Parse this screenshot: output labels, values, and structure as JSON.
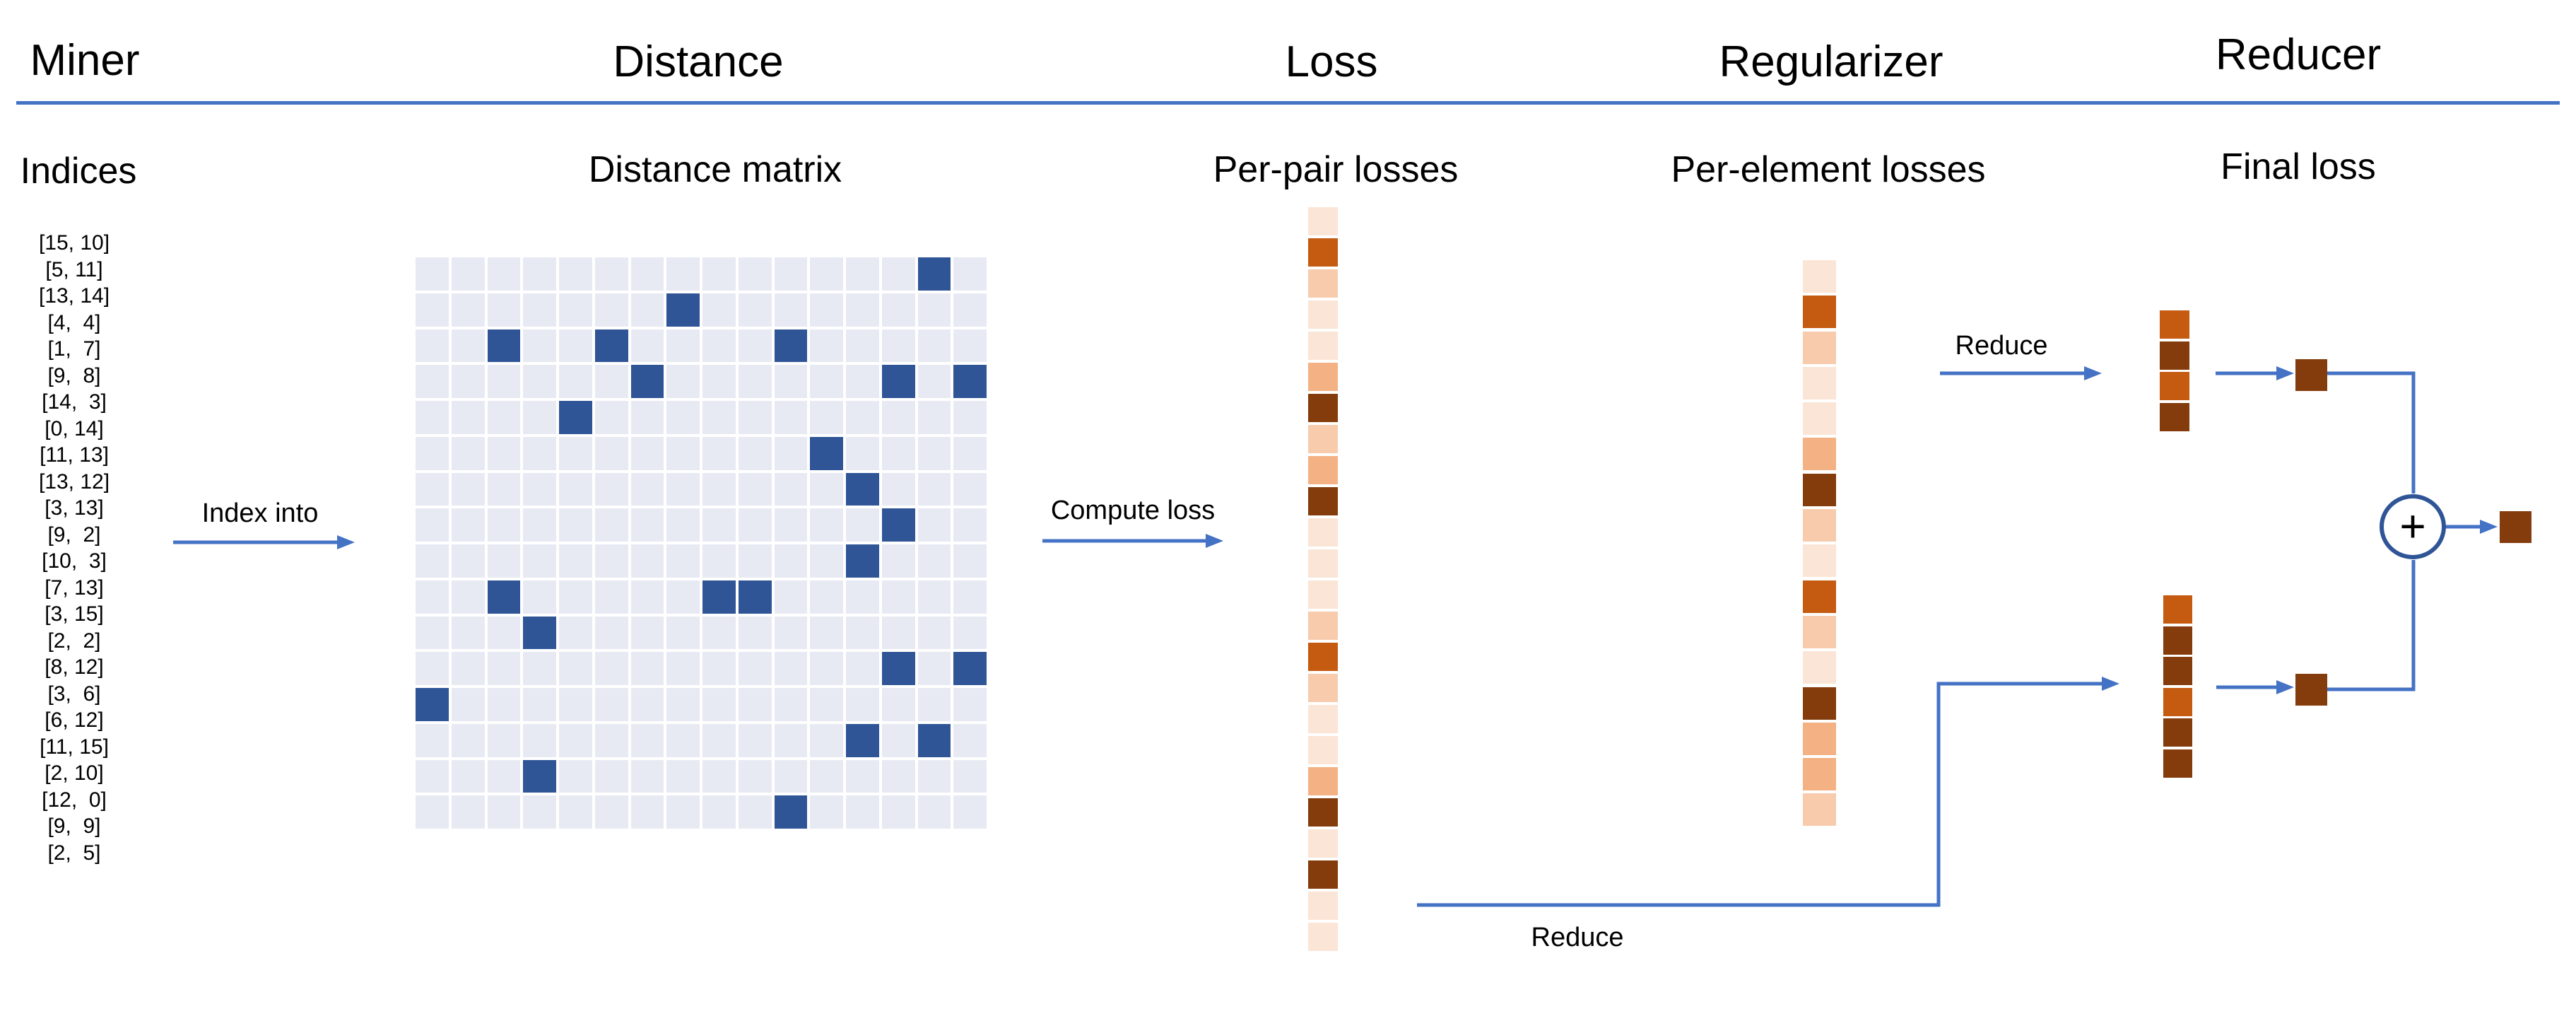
{
  "columns": [
    {
      "header": "Miner",
      "subtitle": "Indices"
    },
    {
      "header": "Distance",
      "subtitle": "Distance matrix"
    },
    {
      "header": "Loss",
      "subtitle": "Per-pair losses"
    },
    {
      "header": "Regularizer",
      "subtitle": "Per-element losses"
    },
    {
      "header": "Reducer",
      "subtitle": "Final loss"
    }
  ],
  "arrows": {
    "index_into": "Index into",
    "compute_loss": "Compute loss",
    "reduce_top": "Reduce",
    "reduce_bottom": "Reduce"
  },
  "miner": {
    "indices": [
      "[15, 10]",
      "[5, 11]",
      "[13, 14]",
      "[4,  4]",
      "[1,  7]",
      "[9,  8]",
      "[14,  3]",
      "[0, 14]",
      "[11, 13]",
      "[13, 12]",
      "[3, 13]",
      "[9,  2]",
      "[10,  3]",
      "[7, 13]",
      "[3, 15]",
      "[2,  2]",
      "[8, 12]",
      "[3,  6]",
      "[6, 12]",
      "[11, 15]",
      "[2, 10]",
      "[12,  0]",
      "[9,  9]",
      "[2,  5]"
    ]
  },
  "distance": {
    "matrix_size": 16,
    "cell_color": "#E8EAF3",
    "highlight_color": "#2F5597"
  },
  "loss": {
    "cells": [
      "#FBE5D6",
      "#C55A11",
      "#F8CBAD",
      "#FBE5D6",
      "#FBE5D6",
      "#F4B183",
      "#843C0C",
      "#F8CBAD",
      "#F4B183",
      "#843C0C",
      "#FBE5D6",
      "#FBE5D6",
      "#FBE5D6",
      "#F8CBAD",
      "#C55A11",
      "#F8CBAD",
      "#FBE5D6",
      "#FBE5D6",
      "#F4B183",
      "#843C0C",
      "#FBE5D6",
      "#843C0C",
      "#FBE5D6",
      "#FBE5D6"
    ]
  },
  "regularizer": {
    "cells": [
      "#FBE5D6",
      "#C55A11",
      "#F8CBAD",
      "#FBE5D6",
      "#FBE5D6",
      "#F4B183",
      "#843C0C",
      "#F8CBAD",
      "#FBE5D6",
      "#C55A11",
      "#F8CBAD",
      "#FBE5D6",
      "#843C0C",
      "#F4B183",
      "#F4B183",
      "#F8CBAD"
    ]
  },
  "reducer": {
    "reduced_element_cells": [
      "#C55A11",
      "#843C0C",
      "#C55A11",
      "#843C0C"
    ],
    "reduced_pair_cells": [
      "#C55A11",
      "#843C0C",
      "#843C0C",
      "#C55A11",
      "#843C0C",
      "#843C0C"
    ],
    "square_color": "#843C0C",
    "plus_sign": "+"
  },
  "theme": {
    "arrow_blue": "#4472C4",
    "circle_blue": "#2F5597",
    "final_brown": "#843C0C"
  }
}
